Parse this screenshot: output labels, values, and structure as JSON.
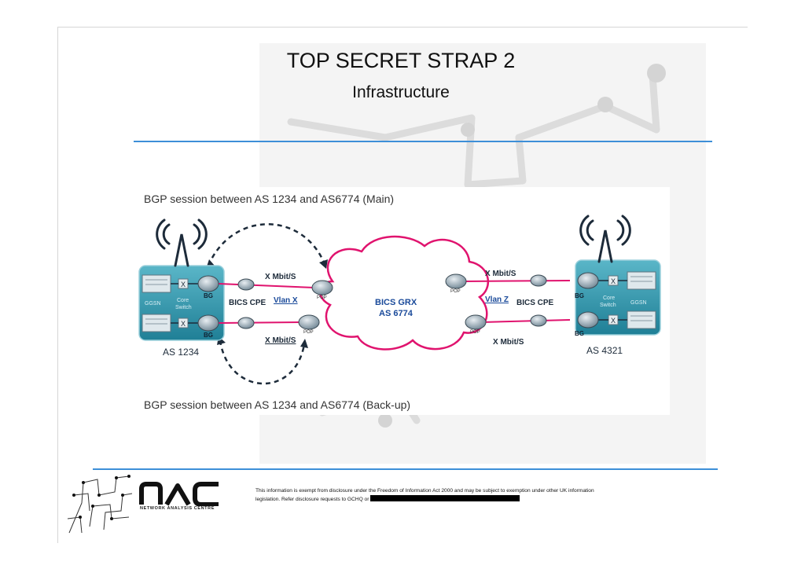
{
  "header": {
    "title": "TOP SECRET STRAP 2",
    "subtitle": "Infrastructure"
  },
  "diagram": {
    "bgp_main": "BGP session between AS 1234 and AS6774 (Main)",
    "bgp_backup": "BGP session between AS 1234 and AS6774 (Back-up)",
    "cloud_line1": "BICS GRX",
    "cloud_line2": "AS 6774",
    "left_as": "AS 1234",
    "right_as": "AS 4321",
    "left_rate_top": "X Mbit/S",
    "left_rate_bottom": "X Mbit/S",
    "right_rate_top": "X Mbit/S",
    "right_rate_bottom": "X Mbit/S",
    "left_vlan": "Vlan X",
    "right_vlan": "Vlan Z",
    "left_cpe": "BICS CPE",
    "right_cpe": "BICS CPE",
    "bg_label": "BG",
    "pop_label": "POP",
    "ggsn_label": "GGSN",
    "core_switch_line1": "Core",
    "core_switch_line2": "Switch",
    "x_mark": "X",
    "colors": {
      "cloud": "#e0136e",
      "site_box": "#2a92a8",
      "link_blue": "#2c7fc4",
      "rule": "#3d8fd8"
    }
  },
  "footer": {
    "logo_text": "NETWORK ANALYSIS CENTRE",
    "disclaimer_line1": "This information is exempt from disclosure under the Freedom of Information Act 2000 and may be subject to exemption under other UK information",
    "disclaimer_line2": "legislation. Refer disclosure requests to GCHQ or"
  }
}
